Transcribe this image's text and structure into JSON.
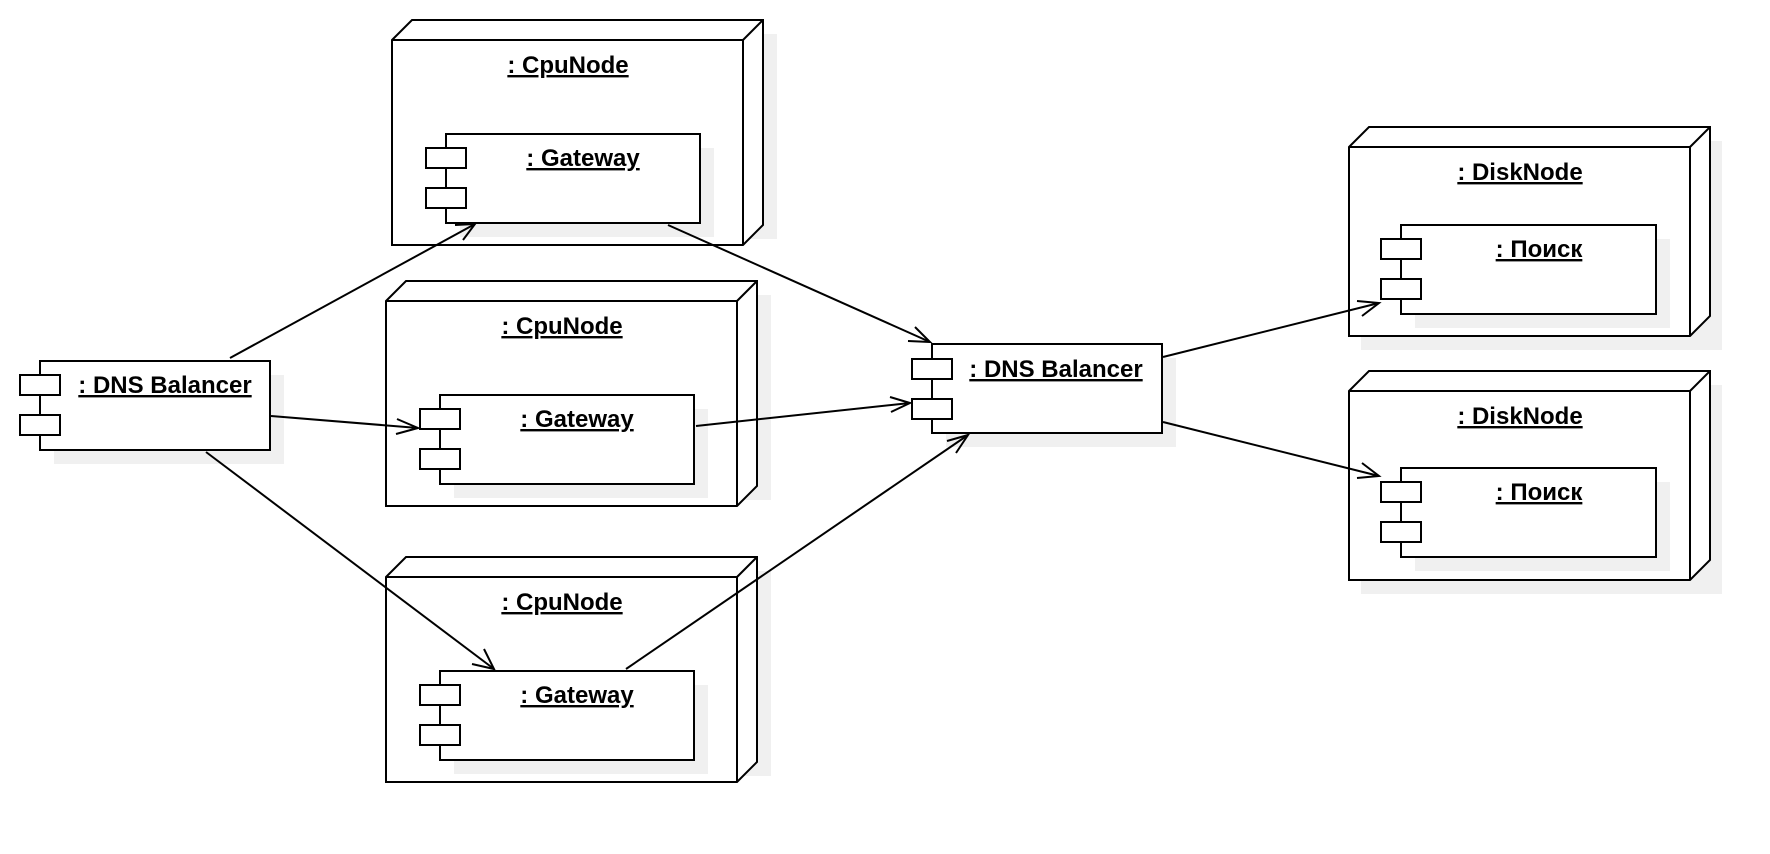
{
  "nodes": {
    "cpu_1": {
      "label": ": CpuNode"
    },
    "cpu_2": {
      "label": ": CpuNode"
    },
    "cpu_3": {
      "label": ": CpuNode"
    },
    "disk_1": {
      "label": ": DiskNode"
    },
    "disk_2": {
      "label": ": DiskNode"
    }
  },
  "components": {
    "dns_left": {
      "label": ": DNS Balancer"
    },
    "gateway_1": {
      "label": ": Gateway"
    },
    "gateway_2": {
      "label": ": Gateway"
    },
    "gateway_3": {
      "label": ": Gateway"
    },
    "dns_center": {
      "label": ": DNS Balancer"
    },
    "search_1": {
      "label": ": Поиск"
    },
    "search_2": {
      "label": ": Поиск"
    }
  },
  "connections": [
    {
      "from": "dns_left",
      "to": "gateway_1"
    },
    {
      "from": "dns_left",
      "to": "gateway_2"
    },
    {
      "from": "dns_left",
      "to": "gateway_3"
    },
    {
      "from": "gateway_1",
      "to": "dns_center"
    },
    {
      "from": "gateway_2",
      "to": "dns_center"
    },
    {
      "from": "gateway_3",
      "to": "dns_center"
    },
    {
      "from": "dns_center",
      "to": "search_1"
    },
    {
      "from": "dns_center",
      "to": "search_2"
    }
  ],
  "colors": {
    "stroke": "#000000",
    "fill": "#ffffff",
    "shadow": "#f0f0f0"
  }
}
